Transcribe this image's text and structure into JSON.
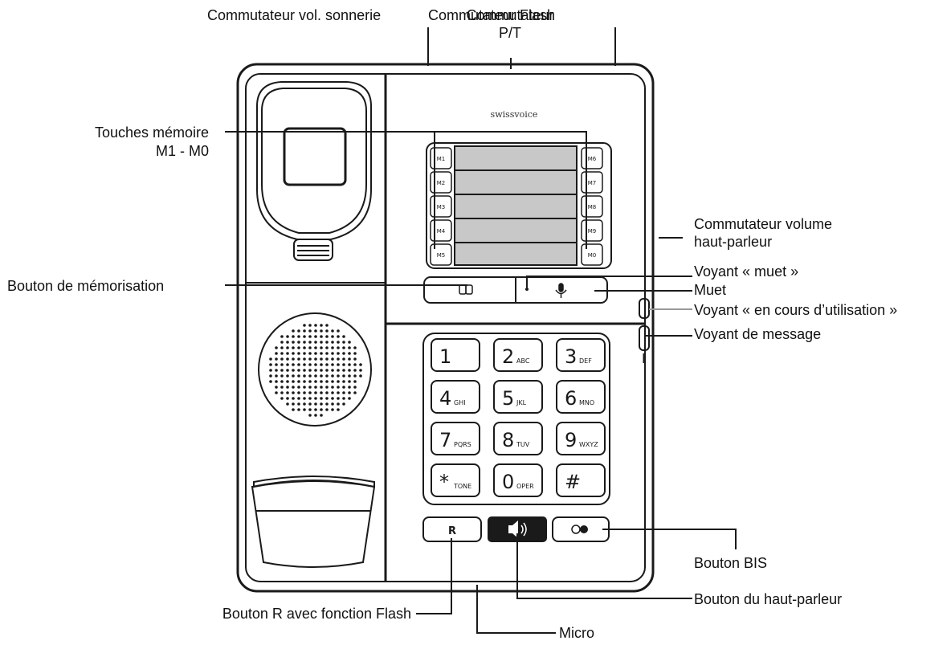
{
  "brand": "swissvoice",
  "labels": {
    "ring_volume_switch": "Commutateur vol. sonnerie",
    "flash_switch": "Commutateur Flash",
    "pt_switch": "Commutateur",
    "pt": "P/T",
    "memory_keys": "Touches mémoire",
    "memory_keys_range": "M1 - M0",
    "store_button": "Bouton de mémorisation",
    "speaker_volume_switch": "Commutateur volume",
    "speaker_volume_switch_2": "haut-parleur",
    "mute_led": "Voyant « muet »",
    "mute": "Muet",
    "in_use_led": "Voyant « en cours d’utilisation »",
    "message_led": "Voyant de message",
    "redial_button": "Bouton BIS",
    "speaker_button": "Bouton du haut-parleur",
    "r_button": "Bouton R avec fonction Flash",
    "micro": "Micro"
  },
  "memory_left": [
    "M1",
    "M2",
    "M3",
    "M4",
    "M5"
  ],
  "memory_right": [
    "M6",
    "M7",
    "M8",
    "M9",
    "M0"
  ],
  "keypad": [
    {
      "main": "1",
      "sub": ""
    },
    {
      "main": "2",
      "sub": "ABC"
    },
    {
      "main": "3",
      "sub": "DEF"
    },
    {
      "main": "4",
      "sub": "GHI"
    },
    {
      "main": "5",
      "sub": "JKL"
    },
    {
      "main": "6",
      "sub": "MNO"
    },
    {
      "main": "7",
      "sub": "PQRS"
    },
    {
      "main": "8",
      "sub": "TUV"
    },
    {
      "main": "9",
      "sub": "WXYZ"
    },
    {
      "main": "*",
      "sub": "TONE"
    },
    {
      "main": "0",
      "sub": "OPER"
    },
    {
      "main": "#",
      "sub": ""
    }
  ],
  "r_key": "R"
}
